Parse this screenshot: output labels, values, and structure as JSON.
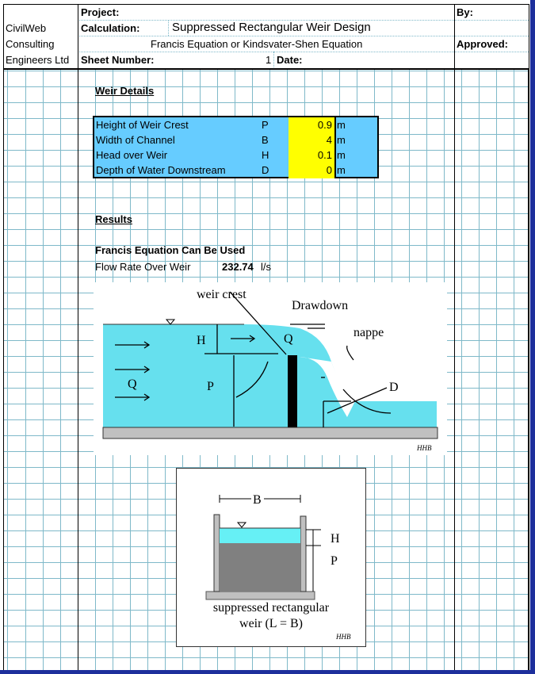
{
  "header": {
    "company_lines": [
      "CivilWeb",
      "Consulting",
      "Engineers Ltd"
    ],
    "project_label": "Project:",
    "calculation_label": "Calculation:",
    "calculation_value": "Suppressed Rectangular Weir Design",
    "subtitle": "Francis Equation or Kindsvater-Shen Equation",
    "sheet_number_label": "Sheet Number:",
    "sheet_number_value": "1",
    "date_label": "Date:",
    "by_label": "By:",
    "approved_label": "Approved:"
  },
  "weir_details": {
    "heading": "Weir Details",
    "rows": [
      {
        "label": "Height of Weir Crest",
        "symbol": "P",
        "value": "0.9",
        "unit": "m"
      },
      {
        "label": "Width of Channel",
        "symbol": "B",
        "value": "4",
        "unit": "m"
      },
      {
        "label": "Head over Weir",
        "symbol": "H",
        "value": "0.1",
        "unit": "m"
      },
      {
        "label": "Depth of Water Downstream",
        "symbol": "D",
        "value": "0",
        "unit": "m"
      }
    ]
  },
  "results": {
    "heading": "Results",
    "method": "Francis Equation Can Be Used",
    "flow_label": "Flow Rate Over Weir",
    "flow_value": "232.74",
    "flow_unit": "l/s"
  },
  "diagram1": {
    "weir_crest": "weir crest",
    "drawdown": "Drawdown",
    "nappe": "nappe",
    "H": "H",
    "P": "P",
    "Q": "Q",
    "D": "D",
    "signature": "HHB"
  },
  "diagram2": {
    "B": "B",
    "H": "H",
    "P": "P",
    "caption_line1": "suppressed rectangular",
    "caption_line2": "weir (L = B)",
    "signature": "HHB"
  },
  "colors": {
    "input_table": "#66ccff",
    "input_cell": "#ffff00",
    "water": "#66e0ee",
    "frame_accent": "#1d2f9c"
  }
}
